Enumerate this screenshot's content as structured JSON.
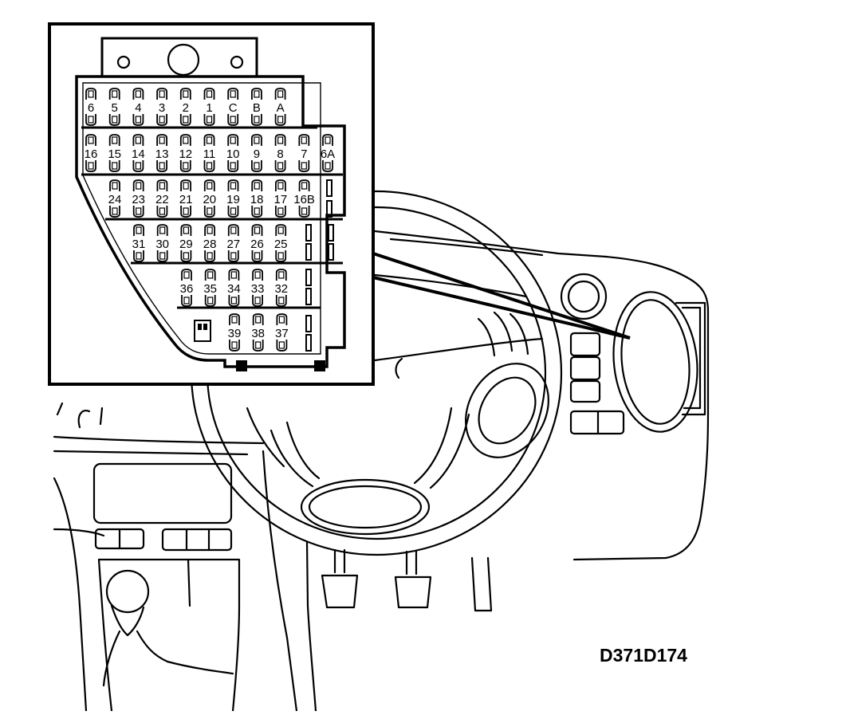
{
  "diagram_id": "D371D174",
  "fuse_box": {
    "rows": [
      [
        "6",
        "5",
        "4",
        "3",
        "2",
        "1",
        "C",
        "B",
        "A"
      ],
      [
        "16",
        "15",
        "14",
        "13",
        "12",
        "11",
        "10",
        "9",
        "8",
        "7",
        "6A"
      ],
      [
        "24",
        "23",
        "22",
        "21",
        "20",
        "19",
        "18",
        "17",
        "16B"
      ],
      [
        "31",
        "30",
        "29",
        "28",
        "27",
        "26",
        "25"
      ],
      [
        "36",
        "35",
        "34",
        "33",
        "32"
      ],
      [
        "39",
        "38",
        "37"
      ]
    ]
  }
}
